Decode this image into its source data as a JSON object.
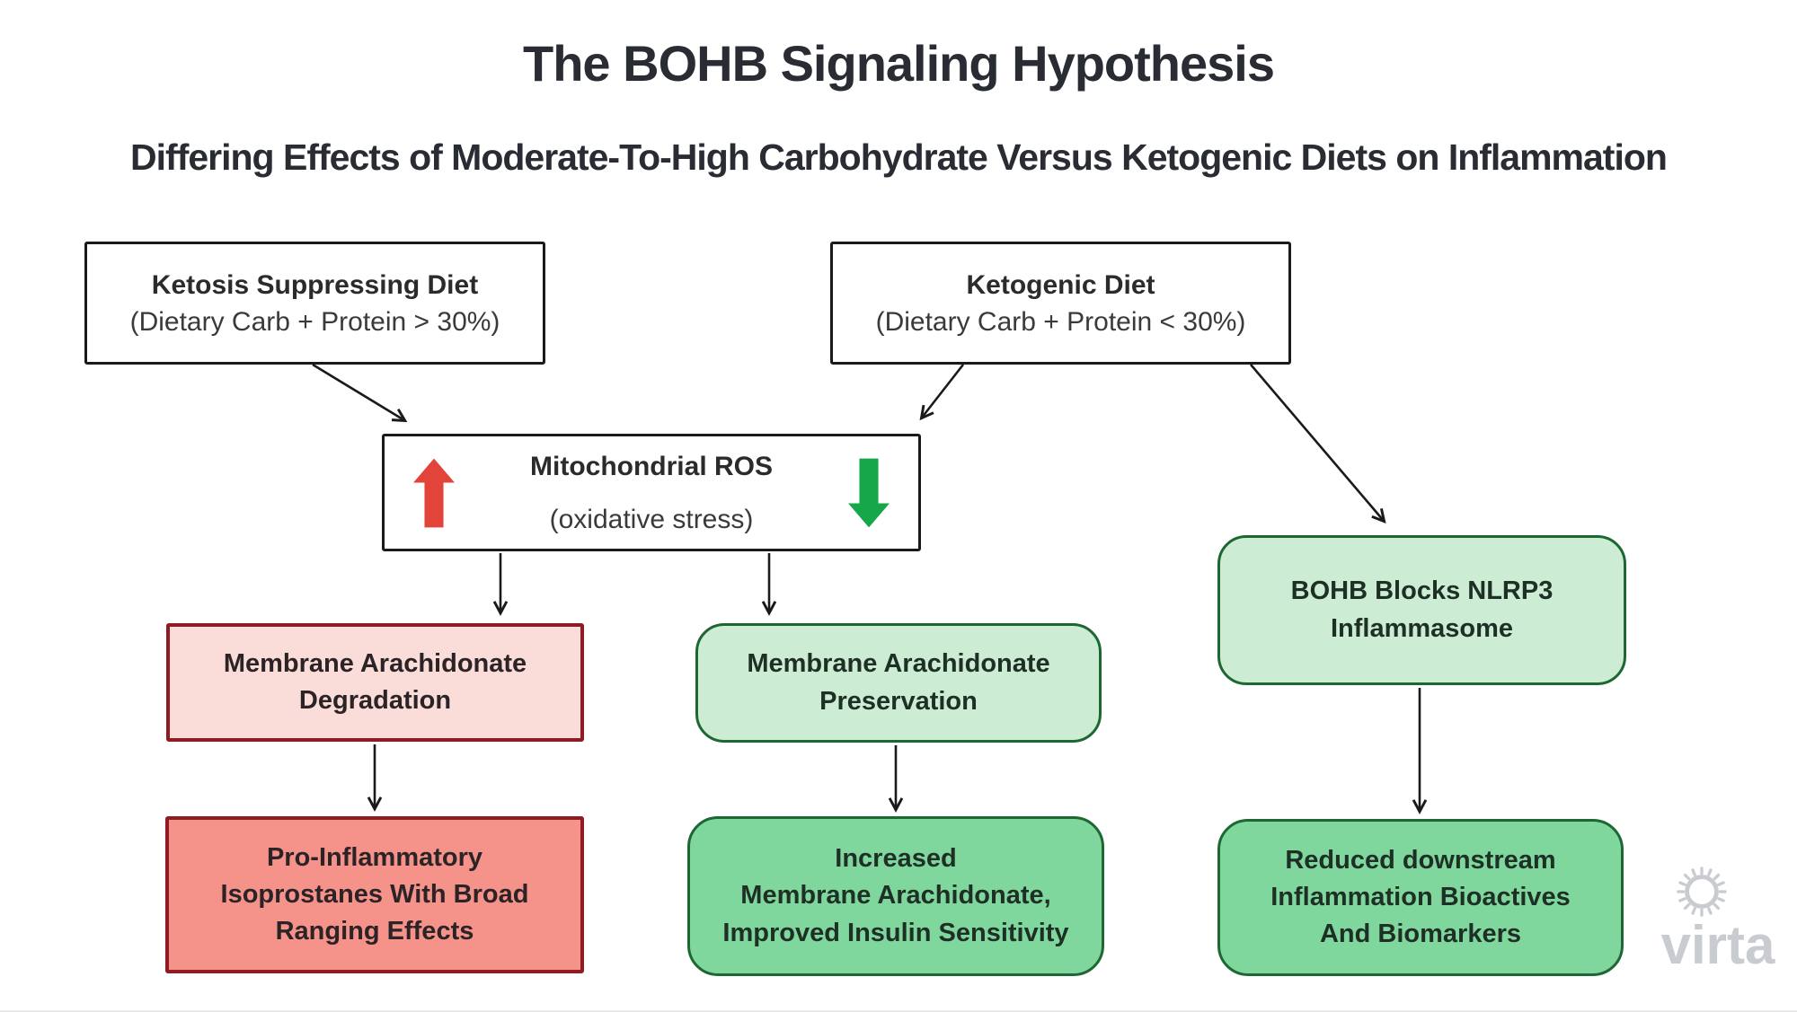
{
  "title": "The BOHB Signaling Hypothesis",
  "subtitle": "Differing Effects of Moderate-To-High Carbohydrate Versus Ketogenic Diets on Inflammation",
  "nodes": {
    "ketosis": {
      "title": "Ketosis Suppressing Diet",
      "subtitle": "(Dietary Carb + Protein > 30%)"
    },
    "ketogenic": {
      "title": "Ketogenic Diet",
      "subtitle": "(Dietary Carb + Protein < 30%)"
    },
    "ros": {
      "title": "Mitochondrial ROS",
      "subtitle": "(oxidative stress)"
    },
    "degradation": {
      "text": "Membrane Arachidonate\nDegradation"
    },
    "preservation": {
      "text": "Membrane Arachidonate\nPreservation"
    },
    "nlrp3": {
      "text": "BOHB Blocks NLRP3\nInflammasome"
    },
    "isoprostanes": {
      "text": "Pro-Inflammatory\nIsoprostanes With Broad\nRanging Effects"
    },
    "increased": {
      "text": "Increased\nMembrane Arachidonate,\nImproved Insulin Sensitivity"
    },
    "reduced": {
      "text": "Reduced downstream\nInflammation Bioactives\nAnd Biomarkers"
    }
  },
  "icons": {
    "red_up_arrow": "increase indicator",
    "green_down_arrow": "decrease indicator"
  },
  "colors": {
    "text_dark": "#292c33",
    "red_arrow": "#e2443a",
    "green_arrow": "#17a74b",
    "pink_fill": "#fadcd9",
    "red_fill": "#f5928a",
    "dark_red_border": "#8e1c22",
    "light_green_fill": "#cdecd4",
    "green_fill": "#80d79d",
    "dark_green_border": "#1d6832",
    "connector_black": "#1a1a1a",
    "logo_gray": "#c8cbd0"
  },
  "logo": {
    "text": "virta"
  }
}
